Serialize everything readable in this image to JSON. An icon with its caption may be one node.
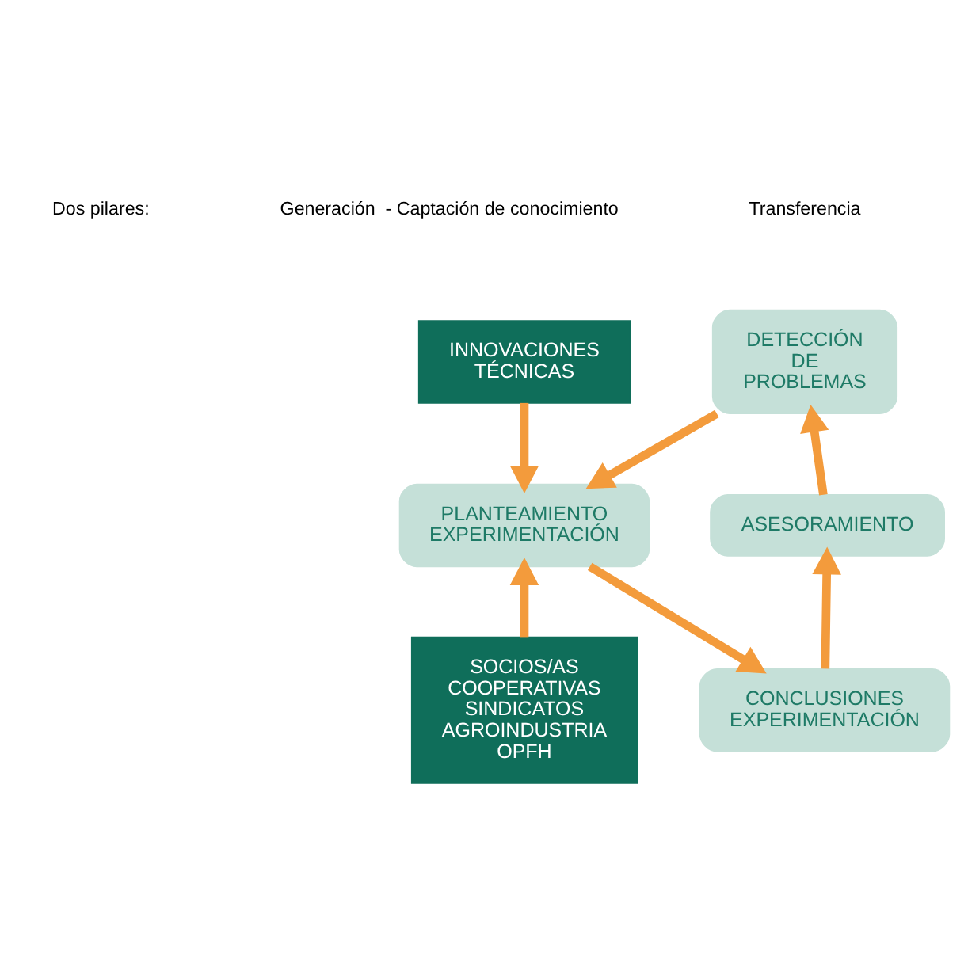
{
  "diagram": {
    "nodes": [
      {
        "text": [
          "DETECCIÓN DE PROBLEMAS"
        ]
      },
      {
        "text": [
          "INNOVACIONES TÉCNICAS"
        ]
      },
      {
        "text": [
          "ASESORAMIENTO"
        ]
      },
      {
        "text": [
          "PLANTEAMIENTO EXPERIMENTACIÓN"
        ]
      },
      {
        "text": [
          "SOCIOS/AS COOPERATIVAS SINDICATOS AGROINDUSTRIA OPFH"
        ]
      },
      {
        "text": [
          "CONCLUSIONES EXPERIMENTACIÓN"
        ]
      }
    ],
    "edges": [
      {
        "from": 0,
        "to": 3,
        "arrow": "to"
      },
      {
        "from": 3,
        "to": 5,
        "arrow": "to"
      },
      {
        "from": 5,
        "to": 2,
        "arrow": "to"
      },
      {
        "from": 2,
        "to": 0,
        "arrow": "to"
      },
      {
        "from": 1,
        "to": 3,
        "arrow": "to"
      },
      {
        "from": 4,
        "to": 3,
        "arrow": "to"
      }
    ],
    "labels": [
      "Dos pilares:",
      "Generación  - Captación de conocimiento",
      "Transferencia"
    ]
  }
}
